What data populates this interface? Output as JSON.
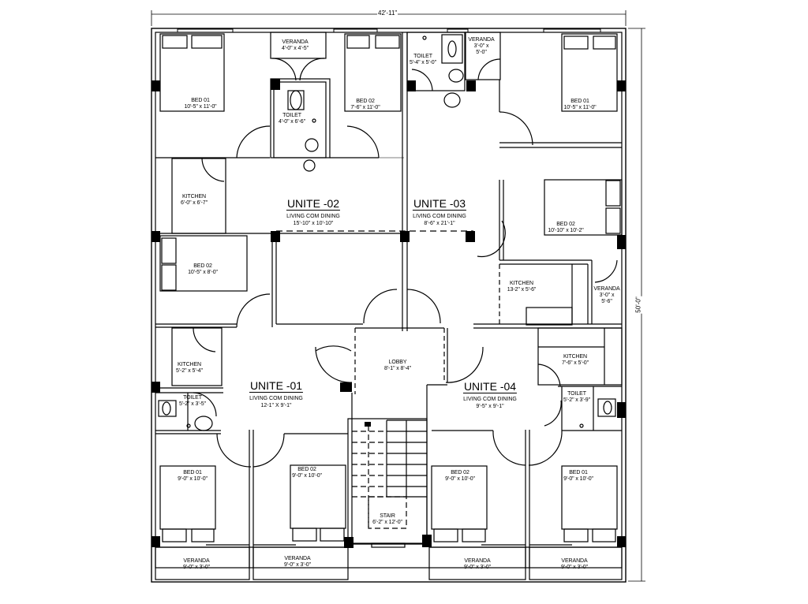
{
  "drawing": {
    "type": "residential floor plan",
    "overall_width": "42'-11\"",
    "overall_depth": "50'-0\"",
    "colors": {
      "line": "#000000",
      "background": "#ffffff",
      "column": "#000000"
    }
  },
  "units": [
    {
      "id": "unite_01",
      "title": "UNITE -01",
      "living": {
        "label": "LIVING COM DINING",
        "size": "12-1\" X 9'-1\""
      }
    },
    {
      "id": "unite_02",
      "title": "UNITE -02",
      "living": {
        "label": "LIVING COM DINING",
        "size": "15'-10\" x 10'-10\""
      }
    },
    {
      "id": "unite_03",
      "title": "UNITE -03",
      "living": {
        "label": "LIVING COM DINING",
        "size": "8'-6\" x 21'-1\""
      }
    },
    {
      "id": "unite_04",
      "title": "UNITE -04",
      "living": {
        "label": "LIVING COM DINING",
        "size": "9'-5\" x 9'-1\""
      }
    }
  ],
  "rooms": {
    "u2_bed01": {
      "name": "BED 01",
      "size": "10'-5\" x 11'-0\""
    },
    "u2_veranda": {
      "name": "VERANDA",
      "size": "4'-0\" x 4'-5\""
    },
    "u2_bed02_top": {
      "name": "BED 02",
      "size": "7'-6\" x 11'-0\""
    },
    "u2_toilet": {
      "name": "TOILET",
      "size": "4'-0\" x 6'-6\""
    },
    "u2_kitchen": {
      "name": "KITCHEN",
      "size": "6'-0\" x 6'-7\""
    },
    "u2_bed02": {
      "name": "BED 02",
      "size": "10'-5\" x 8'-0\""
    },
    "u3_toilet": {
      "name": "TOILET",
      "size": "5'-4\" x 5'-0\""
    },
    "u3_veranda_top": {
      "name": "VERANDA",
      "size_line1": "3'-0\" x",
      "size_line2": "5'-0\""
    },
    "u3_bed01": {
      "name": "BED 01",
      "size": "10'-5\" x 11'-0\""
    },
    "u3_bed02": {
      "name": "BED 02",
      "size": "10'-10\" x 10'-2\""
    },
    "u3_kitchen": {
      "name": "KITCHEN",
      "size": "13-2\" x 5'-6\""
    },
    "u3_veranda_side": {
      "name": "VERANDA",
      "size_line1": "3'-0\" x",
      "size_line2": "5'-6\""
    },
    "lobby": {
      "name": "LOBBY",
      "size": "8'-1\" x 8'-4\""
    },
    "stair": {
      "name": "STAIR",
      "size": "6'-2\" x 12'-0\""
    },
    "u1_kitchen": {
      "name": "KITCHEN",
      "size": "5'-2\" x 5'-4\""
    },
    "u1_toilet": {
      "name": "TOILET",
      "size": "5'-2\" x 3'-5\""
    },
    "u1_bed01": {
      "name": "BED 01",
      "size": "9'-0\" x 10'-0\""
    },
    "u1_bed02": {
      "name": "BED 02",
      "size": "9'-0\" x 10'-0\""
    },
    "u1_veranda_a": {
      "name": "VERANDA",
      "size": "9'-0\" x 3'-0\""
    },
    "u1_veranda_b": {
      "name": "VERANDA",
      "size": "9'-0\" x 3'-0\""
    },
    "u4_kitchen": {
      "name": "KITCHEN",
      "size": "7'-6\" x 5'-0\""
    },
    "u4_toilet": {
      "name": "TOILET",
      "size": "5'-2\" x 3'-9\""
    },
    "u4_bed02": {
      "name": "BED 02",
      "size": "9'-0\" x 10'-0\""
    },
    "u4_bed01": {
      "name": "BED 01",
      "size": "9'-0\" x 10'-0\""
    },
    "u4_veranda_a": {
      "name": "VERANDA",
      "size": "9'-0\" x 3'-0\""
    },
    "u4_veranda_b": {
      "name": "VERANDA",
      "size": "9'-0\" x 3'-0\""
    }
  }
}
